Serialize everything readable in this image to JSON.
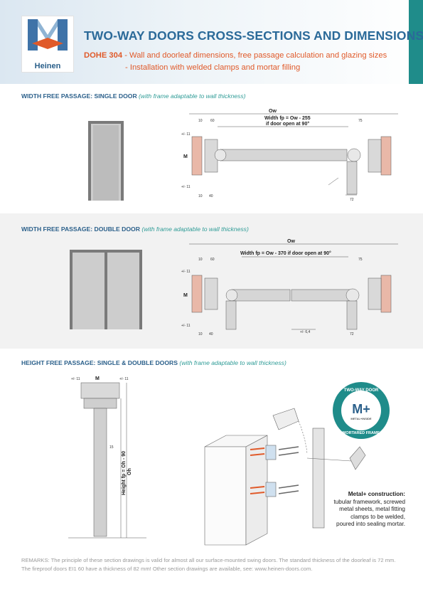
{
  "header": {
    "logo_text": "Heinen",
    "title": "TWO-WAY DOORS CROSS-SECTIONS AND DIMENSIONS",
    "code": "DOHE 304",
    "line1": " - Wall and doorleaf dimensions, free passage calculation and glazing sizes",
    "line2": "- Installation with welded clamps and mortar filling"
  },
  "sections": {
    "single": {
      "title": "WIDTH FREE PASSAGE: SINGLE DOOR",
      "note": "(with frame adaptable to wall thickness)",
      "formula": "Width fp = Ow - 255",
      "formula2": "if door open at 90°",
      "ow": "Ow",
      "d10": "10",
      "d60": "60",
      "d75": "75",
      "d72": "72",
      "d40": "40",
      "m": "M",
      "tol": "+/- 11"
    },
    "double": {
      "title": "WIDTH FREE PASSAGE: DOUBLE DOOR",
      "note": "(with frame adaptable to wall thickness)",
      "formula": "Width fp = Ow - 370 if door open at 90°",
      "ow": "Ow",
      "d10": "10",
      "d60": "60",
      "d75": "75",
      "d72": "72",
      "d40": "40",
      "gap": "+/- 6,4",
      "m": "M",
      "tol": "+/- 11"
    },
    "height": {
      "title": "HEIGHT FREE PASSAGE: SINGLE & DOUBLE DOORS",
      "note": "(with frame adaptable to wall thickness)",
      "label_fp": "Height fp = Oh - 90",
      "label_oh": "Oh",
      "m": "M",
      "tol": "+/- 11",
      "d15": "15"
    }
  },
  "badge": {
    "top": "TWO-WAY DOOR",
    "mark": "M+",
    "inside": "METAL+INSIDE",
    "bottom": "MORTARED FRAME"
  },
  "caption": {
    "title": "Metal+ construction:",
    "lines": [
      "tubular framework, screwed",
      "metal sheets, metal fitting",
      "clamps to be welded,",
      "poured into sealing mortar."
    ]
  },
  "remarks": "REMARKS: The principle of these section drawings is valid for almost all our surface-mounted swing doors. The standard thickness of the doorleaf is 72 mm. The fireproof doors EI1 60 have a thickness of 82 mm! Other section drawings are available, see: www.heinen-doors.com.",
  "colors": {
    "title_blue": "#2b6a99",
    "orange": "#e05a2a",
    "teal": "#1f8c8a"
  }
}
